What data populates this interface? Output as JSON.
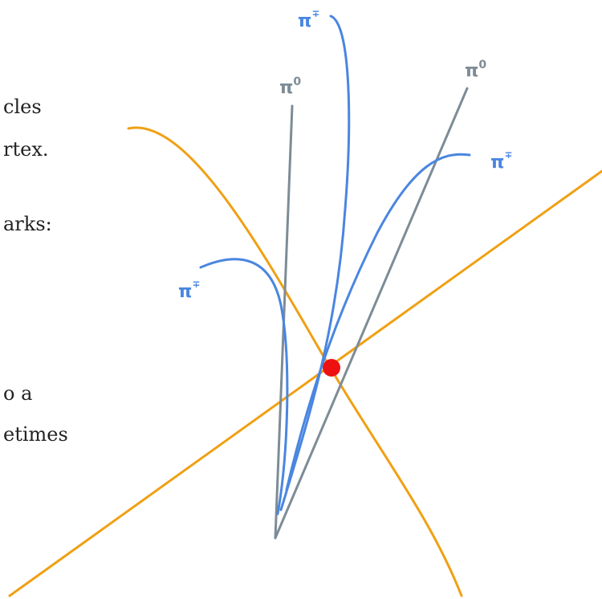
{
  "text_fragments": [
    "cles",
    "rtex.",
    "arks:",
    "o a",
    "etimes"
  ],
  "labels": {
    "pi_zero": "π",
    "pi_zero_sup": "0",
    "pi_charged": "π",
    "pi_charged_sup": "∓"
  },
  "colors": {
    "charged_pion": "#4a86e0",
    "neutral_pion": "#7d8c96",
    "beam_track": "#f0a014",
    "vertex": "#ee1111",
    "text": "#222222"
  }
}
